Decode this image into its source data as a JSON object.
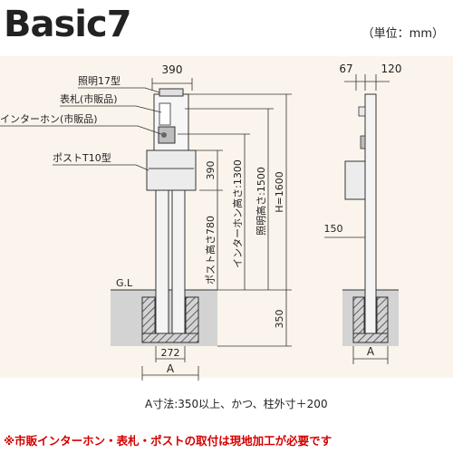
{
  "header": {
    "title": "Basic7",
    "unit": "（単位：mm）"
  },
  "front": {
    "labels": {
      "light": "照明17型",
      "nameplate": "表札(市販品)",
      "intercom": "インターホン(市販品)",
      "post": "ポストT10型",
      "gl": "G.L"
    },
    "dims": {
      "width": "390",
      "post_part": "390",
      "post_height": "ポスト高さ780",
      "intercom_height": "インターホン高さ:1300",
      "light_height": "照明高さ:1500",
      "total_height": "H=1600",
      "base_depth": "350",
      "base_width": "272",
      "hole": "A"
    }
  },
  "side": {
    "dims": {
      "left": "67",
      "right": "120",
      "post_offset": "150",
      "hole": "A"
    }
  },
  "notes": {
    "a_rule": "A寸法:350以上、かつ、柱外寸＋200",
    "warning": "※市販インターホン・表札・ポストの取付は現地加工が必要です"
  }
}
